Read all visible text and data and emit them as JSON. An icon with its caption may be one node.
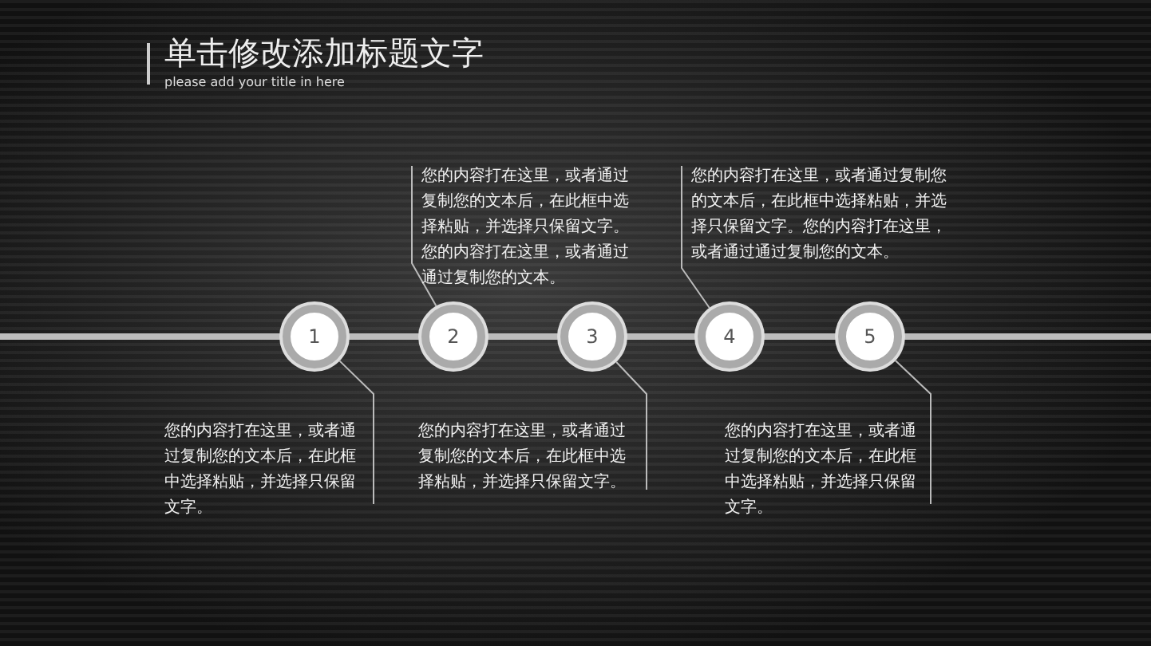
{
  "diagram": {
    "title": "单击修改添加标题文字",
    "caption": "please add your title in here",
    "nodes": [
      {
        "text": [
          "1"
        ]
      },
      {
        "text": [
          "2"
        ]
      },
      {
        "text": [
          "3"
        ]
      },
      {
        "text": [
          "4"
        ]
      },
      {
        "text": [
          "5"
        ]
      },
      {
        "text": [
          "您的内容打在这里，或者通过复制您的文本后，在此框中选择粘贴，并选择只保留文字。"
        ]
      },
      {
        "text": [
          "您的内容打在这里，或者通过复制您的文本后，在此框中选择粘贴，并选择只保留文字。您的内容打在这里，或者通过通过复制您的文本。"
        ]
      },
      {
        "text": [
          "您的内容打在这里，或者通过复制您的文本后，在此框中选择粘贴，并选择只保留文字。"
        ]
      },
      {
        "text": [
          "您的内容打在这里，或者通过复制您的文本后，在此框中选择粘贴，并选择只保留文字。您的内容打在这里，或者通过通过复制您的文本。"
        ]
      },
      {
        "text": [
          "您的内容打在这里，或者通过复制您的文本后，在此框中选择粘贴，并选择只保留文字。"
        ]
      }
    ],
    "edges": [
      {
        "from": 5,
        "to": 0,
        "arrow": "none"
      },
      {
        "from": 6,
        "to": 1,
        "arrow": "none"
      },
      {
        "from": 7,
        "to": 2,
        "arrow": "none"
      },
      {
        "from": 8,
        "to": 3,
        "arrow": "none"
      },
      {
        "from": 9,
        "to": 4,
        "arrow": "none"
      }
    ]
  }
}
